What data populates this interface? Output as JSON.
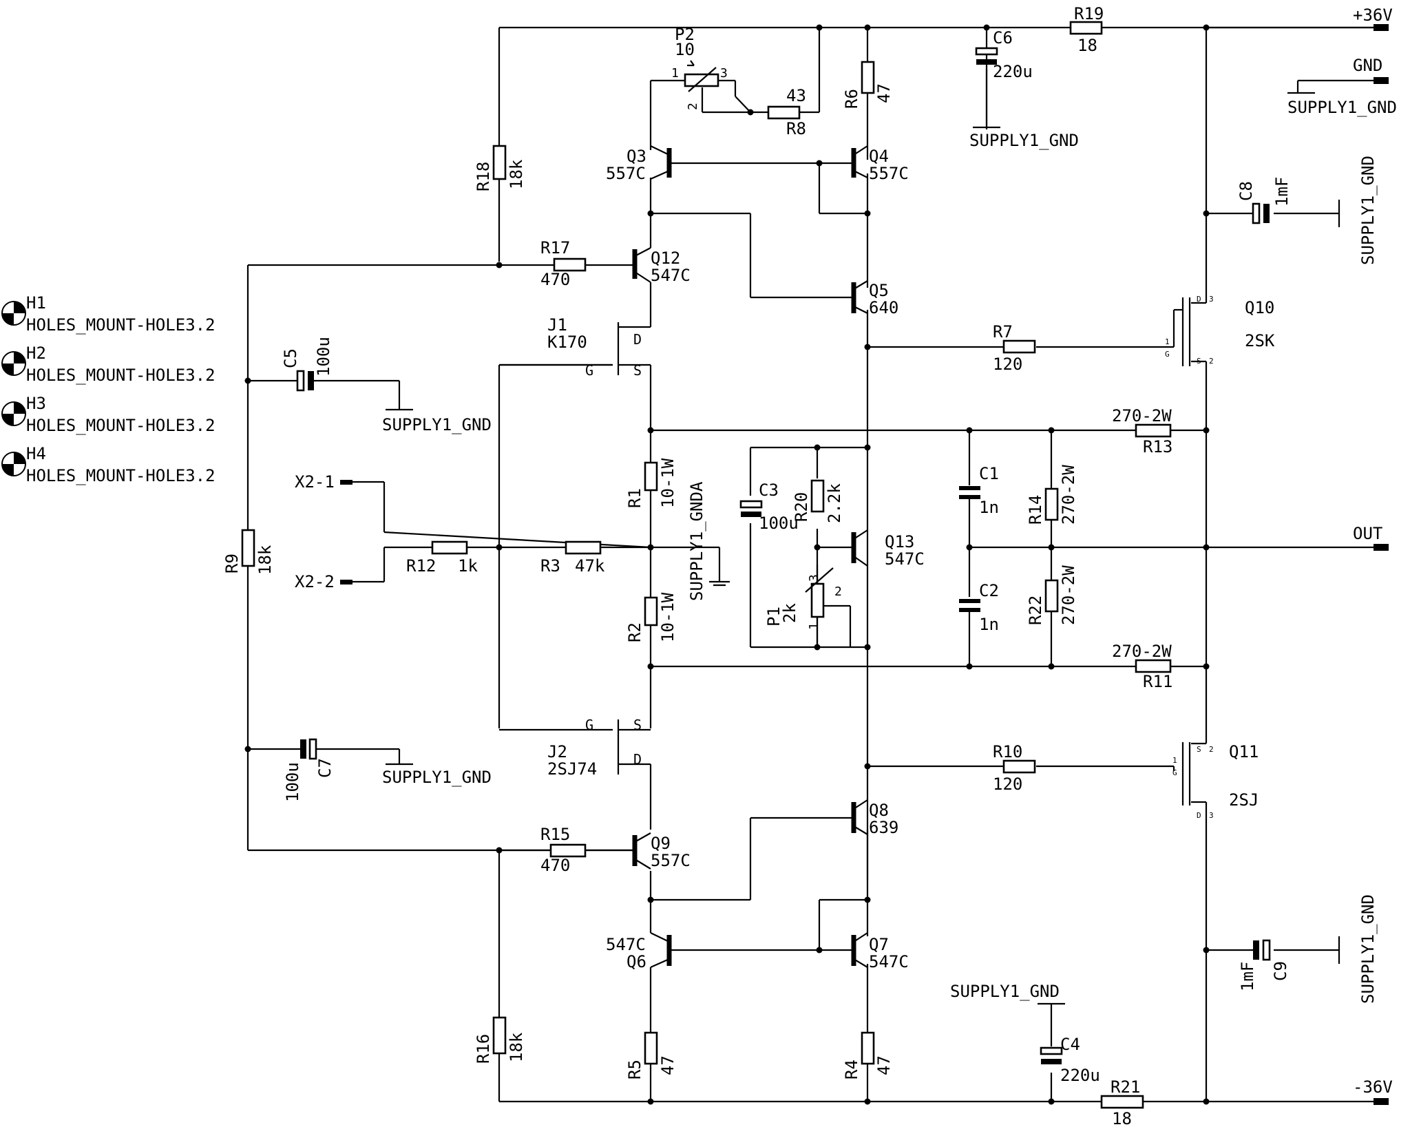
{
  "ports": {
    "vpos": "+36V",
    "gnd": "GND",
    "out": "OUT",
    "vneg": "-36V",
    "x21": "X2-1",
    "x22": "X2-2"
  },
  "gnd_labels": {
    "g6": "SUPPLY1_GND",
    "g_gnd": "SUPPLY1_GND",
    "g8": "SUPPLY1_GND",
    "g5": "SUPPLY1_GND",
    "g7": "SUPPLY1_GND",
    "g4": "SUPPLY1_GND",
    "g9": "SUPPLY1_GND",
    "gnda": "SUPPLY1_GNDA"
  },
  "holes": [
    {
      "name": "H1",
      "value": "HOLES_MOUNT-HOLE3.2"
    },
    {
      "name": "H2",
      "value": "HOLES_MOUNT-HOLE3.2"
    },
    {
      "name": "H3",
      "value": "HOLES_MOUNT-HOLE3.2"
    },
    {
      "name": "H4",
      "value": "HOLES_MOUNT-HOLE3.2"
    }
  ],
  "resistors": {
    "R1": {
      "name": "R1",
      "value": "10-1W"
    },
    "R2": {
      "name": "R2",
      "value": "10-1W"
    },
    "R3": {
      "name": "R3",
      "value": "47k"
    },
    "R4": {
      "name": "R4",
      "value": "47"
    },
    "R5": {
      "name": "R5",
      "value": "47"
    },
    "R6": {
      "name": "R6",
      "value": "47"
    },
    "R7": {
      "name": "R7",
      "value": "120"
    },
    "R8": {
      "name": "R8",
      "value": "43"
    },
    "R9": {
      "name": "R9",
      "value": "18k"
    },
    "R10": {
      "name": "R10",
      "value": "120"
    },
    "R11": {
      "name": "R11",
      "value": "270-2W"
    },
    "R12": {
      "name": "R12",
      "value": "1k"
    },
    "R13": {
      "name": "R13",
      "value": "270-2W"
    },
    "R14": {
      "name": "R14",
      "value": "270-2W"
    },
    "R15": {
      "name": "R15",
      "value": "470"
    },
    "R16": {
      "name": "R16",
      "value": "18k"
    },
    "R17": {
      "name": "R17",
      "value": "470"
    },
    "R18": {
      "name": "R18",
      "value": "18k"
    },
    "R19": {
      "name": "R19",
      "value": "18"
    },
    "R20": {
      "name": "R20",
      "value": "2.2k"
    },
    "R21": {
      "name": "R21",
      "value": "18"
    },
    "R22": {
      "name": "R22",
      "value": "270-2W"
    }
  },
  "pots": {
    "P1": {
      "name": "P1",
      "value": "2k",
      "pin1": "1",
      "pin2": "2",
      "pin3": "3"
    },
    "P2": {
      "name": "P2",
      "value": "10",
      "pin1": "1",
      "pin2": "2",
      "pin3": "3"
    }
  },
  "capacitors": {
    "C1": {
      "name": "C1",
      "value": "1n"
    },
    "C2": {
      "name": "C2",
      "value": "1n"
    },
    "C3": {
      "name": "C3",
      "value": "100u"
    },
    "C4": {
      "name": "C4",
      "value": "220u"
    },
    "C5": {
      "name": "C5",
      "value": "100u"
    },
    "C6": {
      "name": "C6",
      "value": "220u"
    },
    "C7": {
      "name": "C7",
      "value": "100u"
    },
    "C8": {
      "name": "C8",
      "value": "1mF"
    },
    "C9": {
      "name": "C9",
      "value": "1mF"
    }
  },
  "transistors": {
    "Q3": {
      "name": "Q3",
      "value": "557C"
    },
    "Q4": {
      "name": "Q4",
      "value": "557C"
    },
    "Q5": {
      "name": "Q5",
      "value": "640"
    },
    "Q6": {
      "name": "Q6",
      "value": "547C"
    },
    "Q7": {
      "name": "Q7",
      "value": "547C"
    },
    "Q8": {
      "name": "Q8",
      "value": "639"
    },
    "Q9": {
      "name": "Q9",
      "value": "557C"
    },
    "Q12": {
      "name": "Q12",
      "value": "547C"
    },
    "Q13": {
      "name": "Q13",
      "value": "547C"
    }
  },
  "jfets": {
    "J1": {
      "name": "J1",
      "value": "K170",
      "g": "G",
      "s": "S",
      "d": "D"
    },
    "J2": {
      "name": "J2",
      "value": "2SJ74",
      "g": "G",
      "s": "S",
      "d": "D"
    }
  },
  "mosfets": {
    "Q10": {
      "name": "Q10",
      "value": "2SK",
      "pd": "D",
      "pd_n": "3",
      "pg_n": "1",
      "pg": "G",
      "ps": "S",
      "ps_n": "2"
    },
    "Q11": {
      "name": "Q11",
      "value": "2SJ",
      "ps": "S",
      "ps_n": "2",
      "pg_n": "1",
      "pg": "G",
      "pd": "D",
      "pd_n": "3"
    }
  },
  "colors": {
    "ink": "#000000",
    "paper": "#ffffff"
  }
}
